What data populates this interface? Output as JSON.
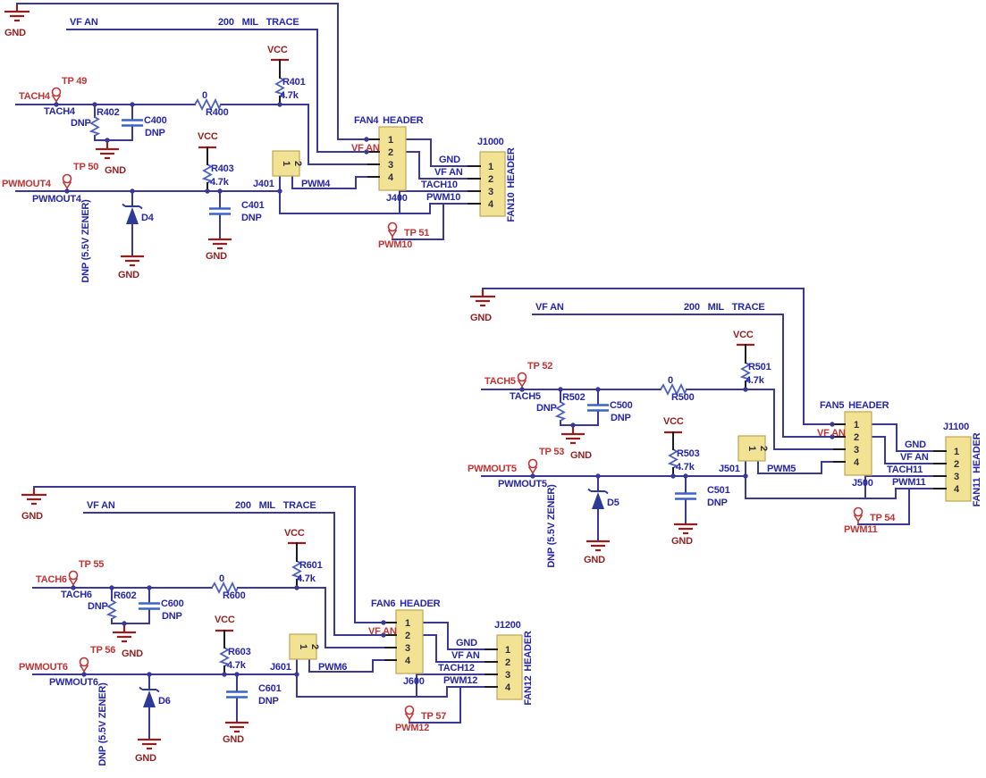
{
  "colors": {
    "bg": "#ffffff",
    "wire": "#3a3a94",
    "stub": "#1c1c1c",
    "component": "#4a5fbe",
    "cap": "#3c63c8",
    "diode": "#2d3a96",
    "maroon": "#931f1f",
    "crimson": "#bf3434",
    "blue_text": "#2626a8",
    "header_fill": "#f2e394",
    "header_border": "#bfa457",
    "pin_digit": "#2e2e3e"
  },
  "shared": {
    "gnd": "GND",
    "vcc": "VCC",
    "vfan": "VF AN",
    "trace_note": "200 MIL TRACE",
    "dnp": "DNP",
    "pullup_value": "4.7k",
    "series_value": "0",
    "zener_note": "DNP (5.5V ZENER)",
    "pins": [
      "1",
      "2",
      "3",
      "4"
    ],
    "jumper_pins": [
      "1",
      "2"
    ]
  },
  "blocks": [
    {
      "tp_tach": "TP 49",
      "tach": "TACH4",
      "r_filter": "R402",
      "c_filter": "C400",
      "r_series": "R400",
      "r_pullup_tach": "R401",
      "tp_pwm": "TP 50",
      "pwmout": "PWMOUT4",
      "diode_ref": "D4",
      "r_pullup_pwm": "R403",
      "c_pwm": "C401",
      "jumper_ref": "J401",
      "pwm_net": "PWM4",
      "fan_header_title": "FAN4 HEADER",
      "fan_header_ref": "J400",
      "out_ref": "J1000",
      "out_name": "FAN10 HEADER",
      "out_tach": "TACH10",
      "out_pwm": "PWM10",
      "tp_out": "TP 51"
    },
    {
      "tp_tach": "TP 52",
      "tach": "TACH5",
      "r_filter": "R502",
      "c_filter": "C500",
      "r_series": "R500",
      "r_pullup_tach": "R501",
      "tp_pwm": "TP 53",
      "pwmout": "PWMOUT5",
      "diode_ref": "D5",
      "r_pullup_pwm": "R503",
      "c_pwm": "C501",
      "jumper_ref": "J501",
      "pwm_net": "PWM5",
      "fan_header_title": "FAN5 HEADER",
      "fan_header_ref": "J500",
      "out_ref": "J1100",
      "out_name": "FAN11 HEADER",
      "out_tach": "TACH11",
      "out_pwm": "PWM11",
      "tp_out": "TP 54"
    },
    {
      "tp_tach": "TP 55",
      "tach": "TACH6",
      "r_filter": "R602",
      "c_filter": "C600",
      "r_series": "R600",
      "r_pullup_tach": "R601",
      "tp_pwm": "TP 56",
      "pwmout": "PWMOUT6",
      "diode_ref": "D6",
      "r_pullup_pwm": "R603",
      "c_pwm": "C601",
      "jumper_ref": "J601",
      "pwm_net": "PWM6",
      "fan_header_title": "FAN6 HEADER",
      "fan_header_ref": "J600",
      "out_ref": "J1200",
      "out_name": "FAN12 HEADER",
      "out_tach": "TACH12",
      "out_pwm": "PWM12",
      "tp_out": "TP 57"
    }
  ]
}
